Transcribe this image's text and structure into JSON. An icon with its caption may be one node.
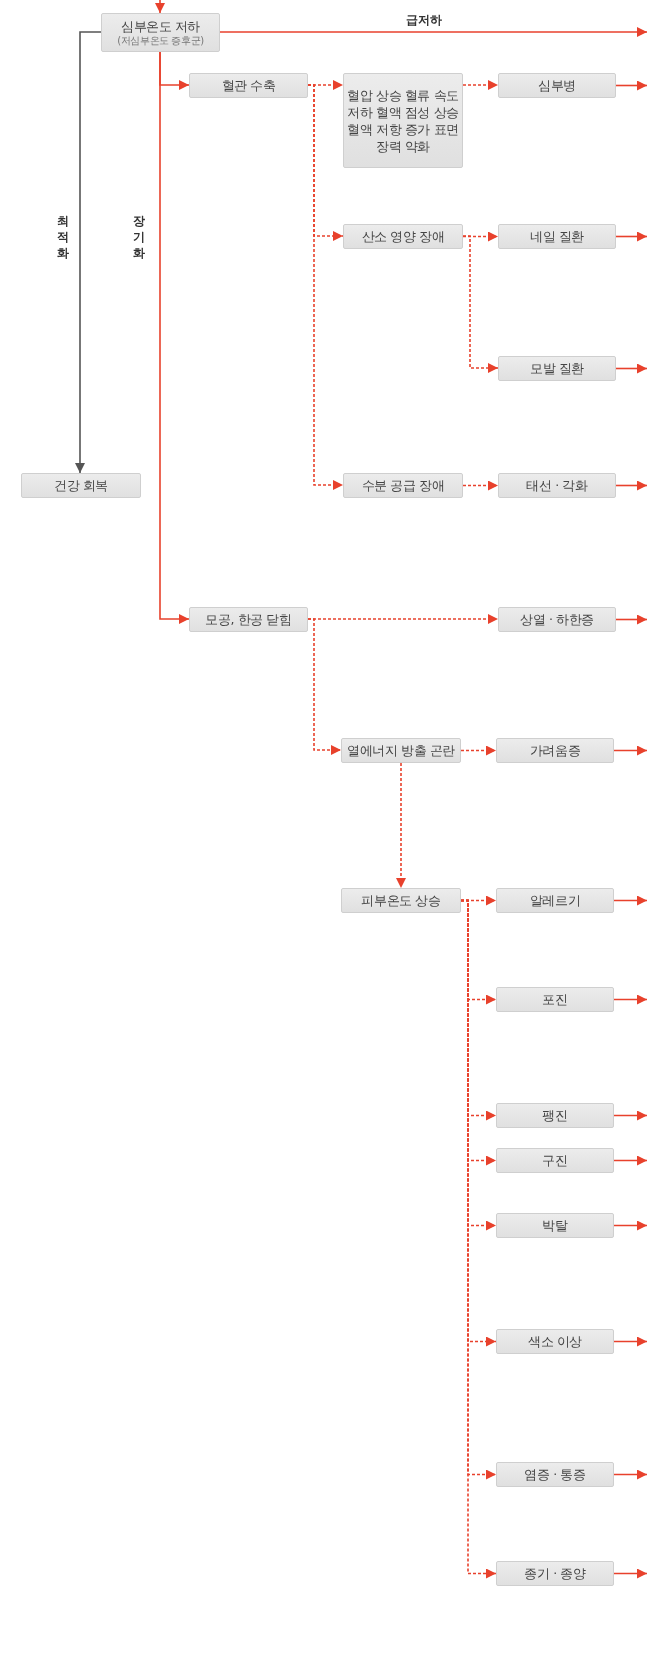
{
  "diagram": {
    "nodes": [
      {
        "text": [
          "심부온도 저하",
          "(저심부온도 증후군)"
        ]
      },
      {
        "text": [
          "혈관 수축"
        ]
      },
      {
        "text": [
          "혈압 상승 혈류 속도 저하 혈액 점성 상승 혈액 저항 증가 표면 장력 약화"
        ]
      },
      {
        "text": [
          "심부병"
        ]
      },
      {
        "text": [
          "산소 영양 장애"
        ]
      },
      {
        "text": [
          "네일 질환"
        ]
      },
      {
        "text": [
          "모발 질환"
        ]
      },
      {
        "text": [
          "수분 공급 장애"
        ]
      },
      {
        "text": [
          "태선 · 각화"
        ]
      },
      {
        "text": [
          "건강 회복"
        ]
      },
      {
        "text": [
          "모공, 한공 닫힘"
        ]
      },
      {
        "text": [
          "상열 · 하한증"
        ]
      },
      {
        "text": [
          "열에너지 방출 곤란"
        ]
      },
      {
        "text": [
          "가려움증"
        ]
      },
      {
        "text": [
          "피부온도 상승"
        ]
      },
      {
        "text": [
          "알레르기"
        ]
      },
      {
        "text": [
          "포진"
        ]
      },
      {
        "text": [
          "팽진"
        ]
      },
      {
        "text": [
          "구진"
        ]
      },
      {
        "text": [
          "박탈"
        ]
      },
      {
        "text": [
          "색소 이상"
        ]
      },
      {
        "text": [
          "염증 · 통증"
        ]
      },
      {
        "text": [
          "종기 · 종양"
        ]
      }
    ],
    "edges": [
      {
        "from": null,
        "to": 0,
        "arrow": "to"
      },
      {
        "from": 0,
        "to": null,
        "label": "급저하",
        "arrow": "to"
      },
      {
        "from": 0,
        "to": 9,
        "label": "최적화",
        "arrow": "to",
        "color": "#555555"
      },
      {
        "from": 0,
        "to": 1,
        "arrow": "to"
      },
      {
        "from": 0,
        "to": 10,
        "label": "장기화",
        "arrow": "to"
      },
      {
        "from": 1,
        "to": 2,
        "arrow": "to",
        "style": "dashed"
      },
      {
        "from": 1,
        "to": 4,
        "arrow": "to",
        "style": "dashed"
      },
      {
        "from": 1,
        "to": 7,
        "arrow": "to",
        "style": "dashed"
      },
      {
        "from": 2,
        "to": 3,
        "arrow": "to",
        "style": "dashed"
      },
      {
        "from": 4,
        "to": 5,
        "arrow": "to",
        "style": "dashed"
      },
      {
        "from": 4,
        "to": 6,
        "arrow": "to",
        "style": "dashed"
      },
      {
        "from": 7,
        "to": 8,
        "arrow": "to",
        "style": "dashed"
      },
      {
        "from": 10,
        "to": 11,
        "arrow": "to",
        "style": "dashed"
      },
      {
        "from": 10,
        "to": 12,
        "arrow": "to",
        "style": "dashed"
      },
      {
        "from": 12,
        "to": 13,
        "arrow": "to",
        "style": "dashed"
      },
      {
        "from": 12,
        "to": 14,
        "arrow": "to",
        "style": "dashed"
      },
      {
        "from": 14,
        "to": 15,
        "arrow": "to",
        "style": "dashed"
      },
      {
        "from": 14,
        "to": 16,
        "arrow": "to",
        "style": "dashed"
      },
      {
        "from": 14,
        "to": 17,
        "arrow": "to",
        "style": "dashed"
      },
      {
        "from": 14,
        "to": 18,
        "arrow": "to",
        "style": "dashed"
      },
      {
        "from": 14,
        "to": 19,
        "arrow": "to",
        "style": "dashed"
      },
      {
        "from": 14,
        "to": 20,
        "arrow": "to",
        "style": "dashed"
      },
      {
        "from": 14,
        "to": 21,
        "arrow": "to",
        "style": "dashed"
      },
      {
        "from": 14,
        "to": 22,
        "arrow": "to",
        "style": "dashed"
      },
      {
        "from": 3,
        "to": null,
        "arrow": "to"
      },
      {
        "from": 5,
        "to": null,
        "arrow": "to"
      },
      {
        "from": 6,
        "to": null,
        "arrow": "to"
      },
      {
        "from": 8,
        "to": null,
        "arrow": "to"
      },
      {
        "from": 11,
        "to": null,
        "arrow": "to"
      },
      {
        "from": 13,
        "to": null,
        "arrow": "to"
      },
      {
        "from": 15,
        "to": null,
        "arrow": "to"
      },
      {
        "from": 16,
        "to": null,
        "arrow": "to"
      },
      {
        "from": 17,
        "to": null,
        "arrow": "to"
      },
      {
        "from": 18,
        "to": null,
        "arrow": "to"
      },
      {
        "from": 19,
        "to": null,
        "arrow": "to"
      },
      {
        "from": 20,
        "to": null,
        "arrow": "to"
      },
      {
        "from": 21,
        "to": null,
        "arrow": "to"
      },
      {
        "from": 22,
        "to": null,
        "arrow": "to"
      }
    ]
  }
}
